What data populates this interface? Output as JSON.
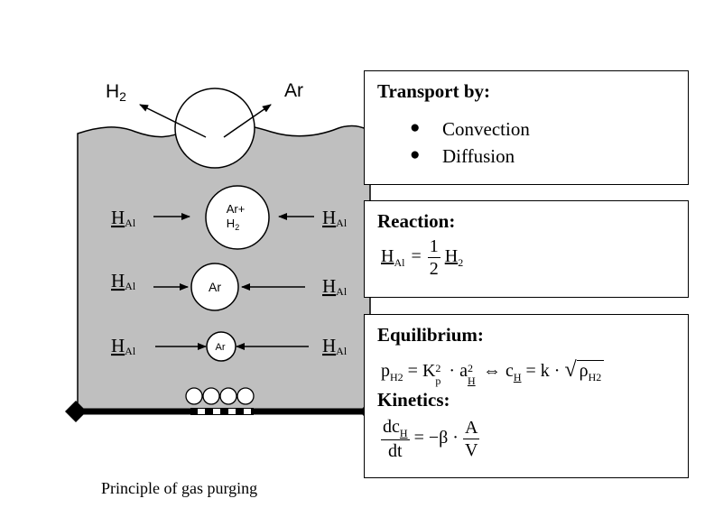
{
  "labels": {
    "h2": "H2",
    "ar": "Ar",
    "h_al": "H",
    "al_sub": "Al",
    "ar_h2_top": "Ar+",
    "ar_h2_bottom": "H2",
    "bubble_ar": "Ar",
    "bubble_ar_small": "Ar"
  },
  "transport": {
    "title": "Transport by:",
    "items": [
      "Convection",
      "Diffusion"
    ]
  },
  "reaction": {
    "title": "Reaction:",
    "formula": {
      "lhs": "H",
      "lhs_sub": "Al",
      "eq": "=",
      "num": "1",
      "den": "2",
      "rhs": "H",
      "rhs_sub": "2"
    }
  },
  "equilibrium": {
    "title": "Equilibrium:",
    "formula": {
      "p": "p",
      "p_sub": "H2",
      "eq1": "= K",
      "k_sup": "2",
      "k_sub": "p",
      "dot1": "· a",
      "a_sup": "2",
      "a_sub": "H",
      "iff": "⇔ c",
      "c_sub": "H",
      "eq2": "= k ·",
      "rho": "ρ",
      "rho_sub": "H2"
    }
  },
  "kinetics": {
    "title": "Kinetics:",
    "formula": {
      "num": "dc",
      "num_sub": "H",
      "den": "dt",
      "eq": "= −β ·",
      "num2": "A",
      "den2": "V"
    }
  },
  "caption": "Principle of gas purging",
  "colors": {
    "melt": "#bfbfbf",
    "stroke": "#000000",
    "bubble": "#ffffff"
  }
}
